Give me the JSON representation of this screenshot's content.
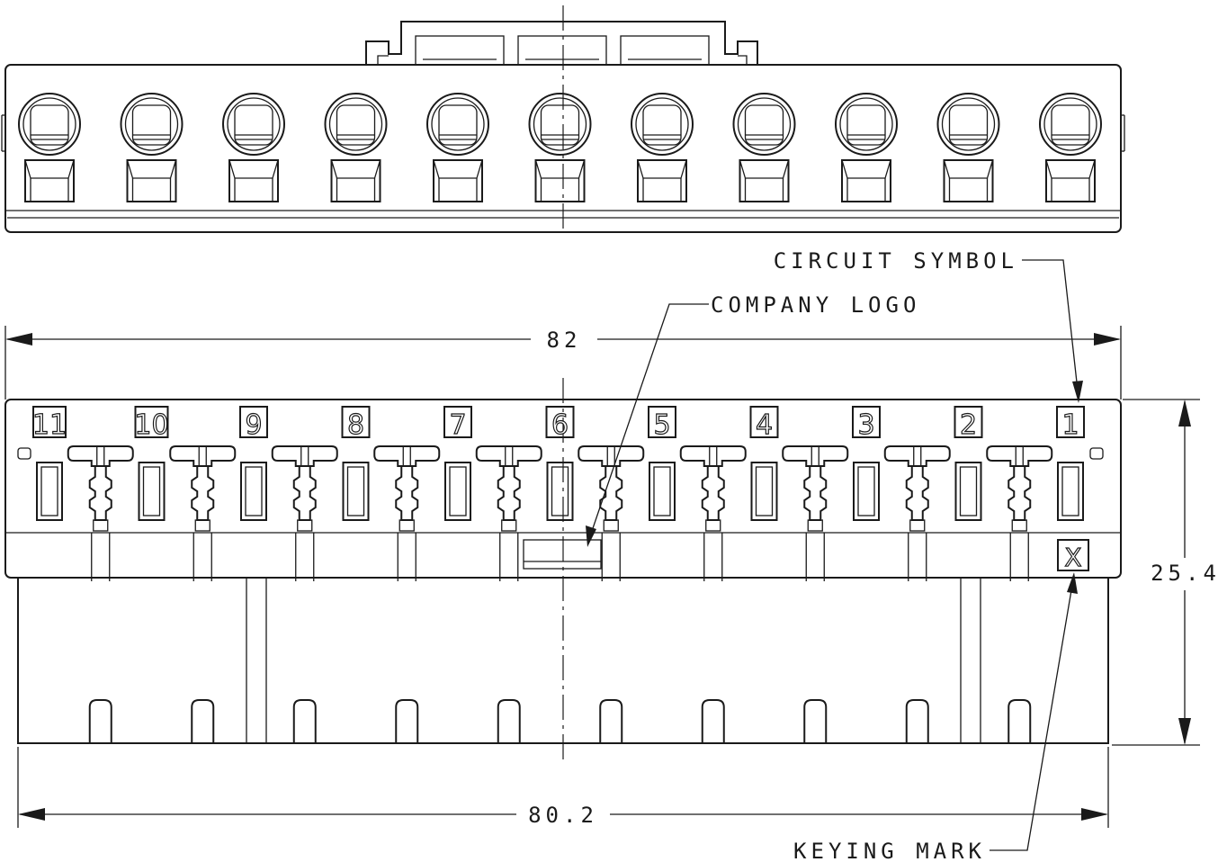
{
  "labels": {
    "circuit_symbol": "CIRCUIT SYMBOL",
    "company_logo": "COMPANY LOGO",
    "keying_mark": "KEYING MARK"
  },
  "dimensions": {
    "overall_width": "82",
    "body_width": "80.2",
    "height": "25.4"
  },
  "circuit_numbers": [
    "11",
    "10",
    "9",
    "8",
    "7",
    "6",
    "5",
    "4",
    "3",
    "2",
    "1"
  ],
  "keying_symbol": "X"
}
